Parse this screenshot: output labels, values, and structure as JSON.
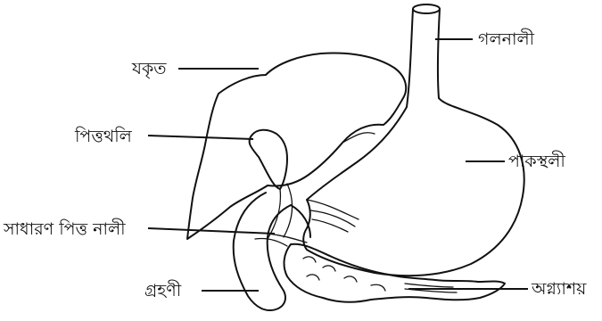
{
  "labels": {
    "liver": "যকৃত",
    "gallbladder": "পিত্তথলি",
    "common_bile_duct": "সাধারণ পিত্ত নালী",
    "duodenum": "গ্রহণী",
    "esophagus": "গলনালী",
    "stomach": "পাকস্থলী",
    "pancreas": "অগ্ন্যাশয়"
  }
}
